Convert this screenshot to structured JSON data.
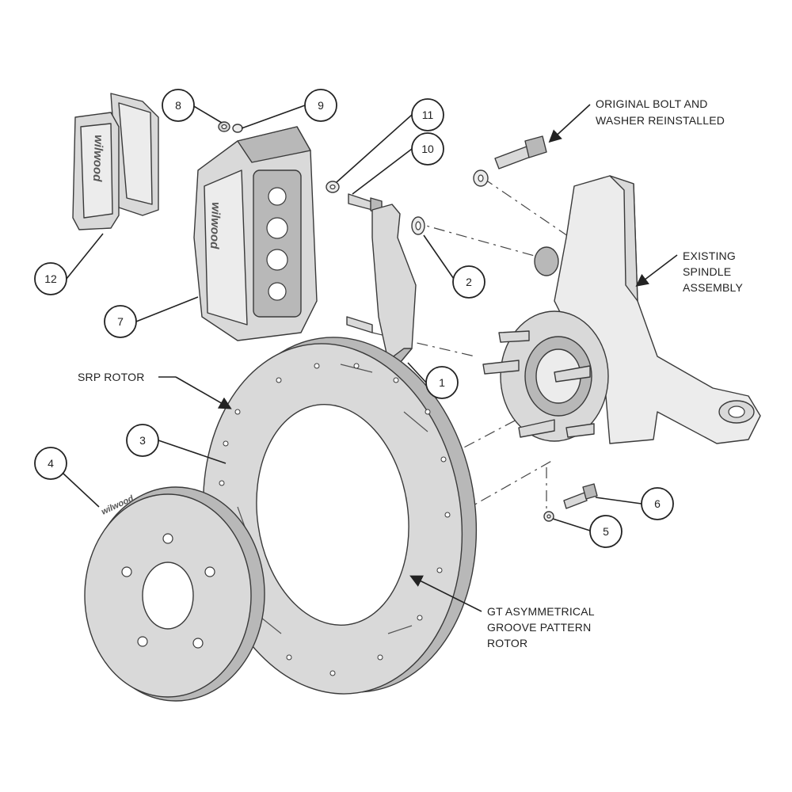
{
  "brand": "wilwood",
  "callouts": [
    "1",
    "2",
    "3",
    "4",
    "5",
    "6",
    "7",
    "8",
    "9",
    "10",
    "11",
    "12"
  ],
  "captions": {
    "original_bolt": [
      "ORIGINAL BOLT AND",
      "WASHER REINSTALLED"
    ],
    "existing_spindle": [
      "EXISTING",
      "SPINDLE",
      "ASSEMBLY"
    ],
    "srp_rotor": [
      "SRP ROTOR"
    ],
    "gt_rotor": [
      "GT ASYMMETRICAL",
      "GROOVE PATTERN",
      "ROTOR"
    ]
  },
  "colors": {
    "line": "#222222",
    "metal": "#d9d9d9",
    "metal_dark": "#b8b8b8",
    "background": "#ffffff"
  }
}
